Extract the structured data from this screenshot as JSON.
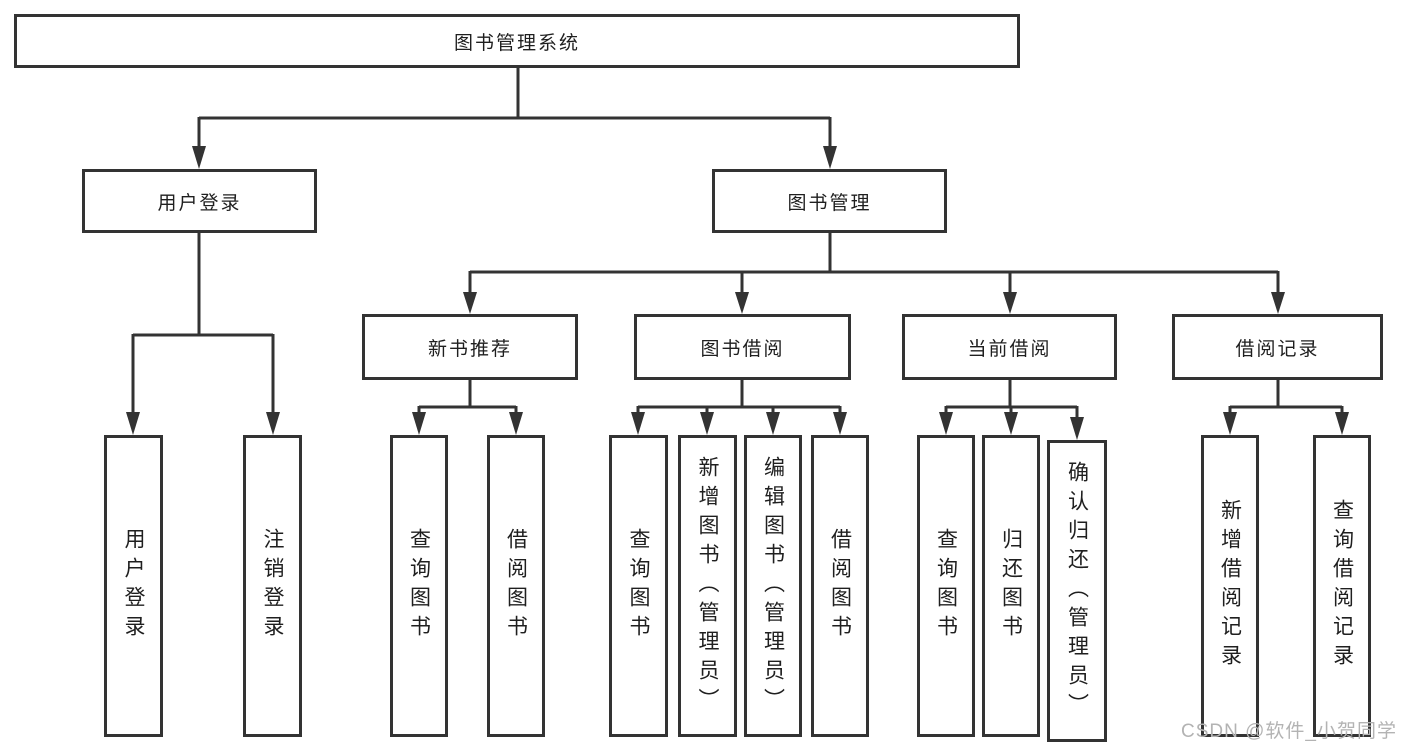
{
  "tree": {
    "root": "图书管理系统",
    "level2": [
      "用户登录",
      "图书管理"
    ],
    "level3": [
      "新书推荐",
      "图书借阅",
      "当前借阅",
      "借阅记录"
    ],
    "leaves": {
      "user_login": [
        "用户登录",
        "注销登录"
      ],
      "new_book": [
        "查询图书",
        "借阅图书"
      ],
      "borrow": [
        "查询图书",
        "新增图书（管理员）",
        "编辑图书（管理员）",
        "借阅图书"
      ],
      "current": [
        "查询图书",
        "归还图书",
        "确认归还（管理员）"
      ],
      "records": [
        "新增借阅记录",
        "查询借阅记录"
      ]
    }
  },
  "watermark": "CSDN @软件_小贺同学",
  "colors": {
    "line": "#333333",
    "text": "#1f1f1f",
    "watermark": "#b3b3b3",
    "background": "#ffffff"
  }
}
